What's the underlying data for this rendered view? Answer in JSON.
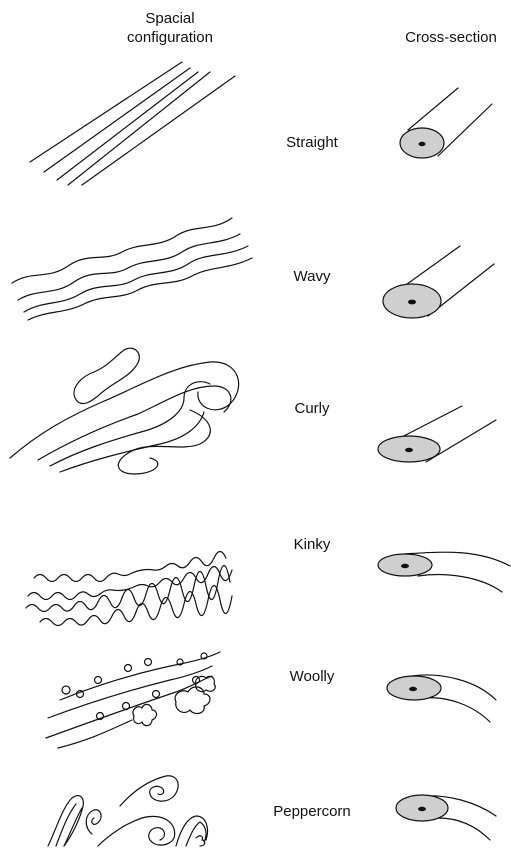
{
  "headers": {
    "spatial_line1": "Spacial",
    "spatial_line2": "configuration",
    "cross_section": "Cross-section"
  },
  "hair_types": [
    {
      "label": "Straight"
    },
    {
      "label": "Wavy"
    },
    {
      "label": "Curly"
    },
    {
      "label": "Kinky"
    },
    {
      "label": "Woolly"
    },
    {
      "label": "Peppercorn"
    }
  ],
  "colors": {
    "ink": "#111111",
    "section_fill": "#cfcfcf",
    "background": "#ffffff"
  }
}
